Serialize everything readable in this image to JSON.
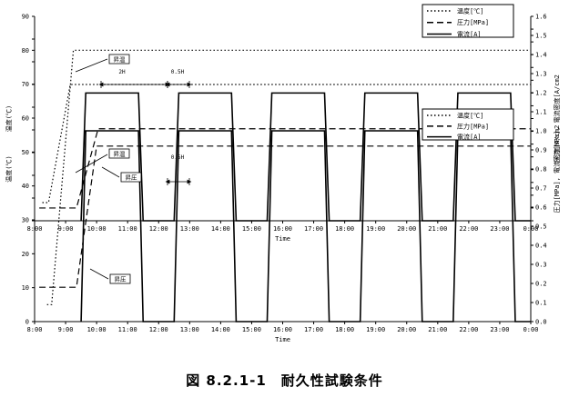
{
  "chart_data": [
    {
      "type": "line",
      "title": "",
      "xlabel": "Time",
      "ylabel_left": "温度(℃)",
      "ylabel_right": "圧力[MPa], 電流密度[A/cm2",
      "x_ticks": [
        "8:00",
        "9:00",
        "10:00",
        "11:00",
        "12:00",
        "13:00",
        "14:00",
        "15:00",
        "16:00",
        "17:00",
        "18:00",
        "19:00",
        "20:00",
        "21:00",
        "22:00",
        "23:00",
        "0:00"
      ],
      "y_left_ticks": [
        "0",
        "10",
        "20",
        "30",
        "40",
        "50",
        "60",
        "70",
        "80",
        "90"
      ],
      "y_right_ticks": [
        "0.0",
        "0.1",
        "0.2",
        "0.3",
        "0.4",
        "0.5",
        "0.6",
        "0.7",
        "0.8",
        "0.9",
        "1.0",
        "1.1",
        "1.2",
        "1.3",
        "1.4",
        "1.5",
        "1.6"
      ],
      "ylim_left": [
        0,
        90
      ],
      "ylim_right": [
        0,
        1.6
      ],
      "legend": {
        "placement": "top-right",
        "entries": [
          "温度[℃]",
          "圧力[MPa]",
          "電流[A]"
        ]
      },
      "annotations": [
        "昇温",
        "2H",
        "0.5H"
      ],
      "series": [
        {
          "name": "温度[℃]",
          "style": "dotted",
          "axis": "left",
          "points": [
            [
              8.4,
              5
            ],
            [
              8.55,
              5
            ],
            [
              9.25,
              80
            ],
            [
              24,
              80
            ]
          ]
        },
        {
          "name": "圧力[MPa]",
          "style": "dashed",
          "axis": "right",
          "points": [
            [
              8.15,
              0.18
            ],
            [
              9.35,
              0.18
            ],
            [
              10.0,
              0.92
            ],
            [
              24,
              0.92
            ]
          ]
        },
        {
          "name": "電流[A]",
          "style": "solid",
          "axis": "right",
          "cycles_start": [
            9.5,
            12.5,
            15.5,
            18.5,
            21.5
          ],
          "on_hours": 2.0,
          "off_hours": 0.5,
          "level": 1.0
        }
      ]
    },
    {
      "type": "line",
      "title": "",
      "xlabel": "Time",
      "ylabel_left": "温度(℃)",
      "ylabel_right": "圧力[MPa], 電流密度[A/cm2",
      "x_ticks": [
        "8:00",
        "9:00",
        "10:00",
        "11:00",
        "12:00",
        "13:00",
        "14:00",
        "15:00",
        "16:00",
        "17:00",
        "18:00",
        "19:00",
        "20:00",
        "21:00",
        "22:00",
        "23:00",
        "0:00"
      ],
      "y_left_ticks": [
        "0",
        "10",
        "20",
        "30",
        "40",
        "50",
        "60",
        "70",
        "80",
        "90"
      ],
      "y_right_ticks": [
        "0.0",
        "0.1",
        "0.2",
        "0.3",
        "0.4",
        "0.5",
        "0.6",
        "0.7",
        "0.8",
        "0.9",
        "1.0",
        "1.1",
        "1.2",
        "1.3",
        "1.4",
        "1.5",
        "1.6"
      ],
      "ylim_left": [
        0,
        90
      ],
      "ylim_right": [
        0,
        1.6
      ],
      "legend": {
        "placement": "top-right",
        "entries": [
          "温度[℃]",
          "圧力[MPa]",
          "電流[A]"
        ]
      },
      "annotations": [
        "昇温",
        "昇圧",
        "0.5H",
        "昇圧"
      ],
      "series": [
        {
          "name": "温度[℃]",
          "style": "dotted",
          "axis": "left",
          "points": [
            [
              8.25,
              8
            ],
            [
              8.45,
              8
            ],
            [
              9.15,
              60
            ],
            [
              24,
              60
            ]
          ]
        },
        {
          "name": "圧力[MPa]",
          "style": "dashed",
          "axis": "right",
          "points": [
            [
              8.15,
              0.1
            ],
            [
              9.35,
              0.1
            ],
            [
              10.05,
              0.72
            ],
            [
              24,
              0.72
            ]
          ]
        },
        {
          "name": "電流[A]",
          "style": "solid",
          "axis": "right",
          "cycles_start": [
            9.5,
            12.5,
            15.5,
            18.5,
            21.5
          ],
          "on_hours": 2.0,
          "off_hours": 0.5,
          "level": 1.0
        }
      ]
    }
  ],
  "caption": "図 8.2.1-1　耐久性試験条件"
}
